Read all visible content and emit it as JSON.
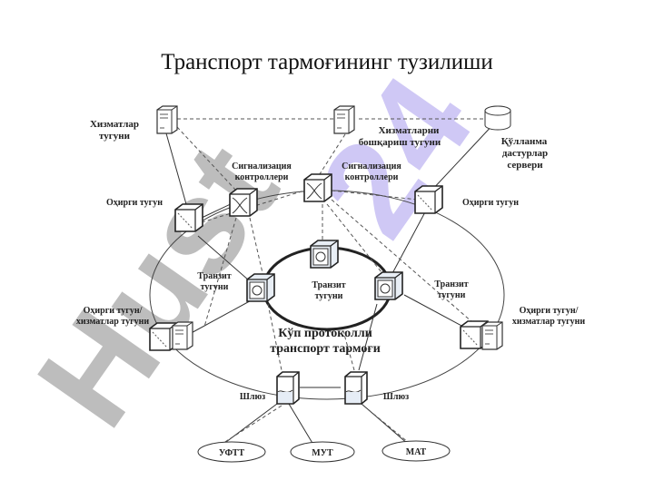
{
  "title": "Транспорт тармоғининг тузилиши",
  "watermark": {
    "gray_part": "Hust",
    "accent_part": "24",
    "gray_color": "#bdbdbd",
    "accent_color": "#cfc8f5"
  },
  "nodes": {
    "services_node": [
      "Хизматлар",
      "тугуни"
    ],
    "services_mgmt_node": [
      "Хизматларни",
      "бошқариш тугуни"
    ],
    "app_server": [
      "Қўлланма",
      "дастурлар",
      "сервери"
    ],
    "signaling_left": [
      "Сигнализация",
      "контроллери"
    ],
    "signaling_right": [
      "Сигнализация",
      "контроллери"
    ],
    "edge_left": "Оҳирги тугун",
    "edge_right": "Оҳирги тугун",
    "transit_left": [
      "Транзит",
      "тугуни"
    ],
    "transit_center": [
      "Транзит",
      "тугуни"
    ],
    "transit_right": [
      "Транзит",
      "тугуни"
    ],
    "edge_service_left": [
      "Оҳирги тугун/",
      "хизматлар тугуни"
    ],
    "edge_service_right": [
      "Оҳирги тугун/",
      "хизматлар тугуни"
    ],
    "core": [
      "Кўп протоколли",
      "транспорт тармоғи"
    ],
    "gateway_left": "Шлюз",
    "gateway_right": "Шлюз",
    "net_1": "УФТТ",
    "net_2": "МУТ",
    "net_3": "МАТ"
  }
}
